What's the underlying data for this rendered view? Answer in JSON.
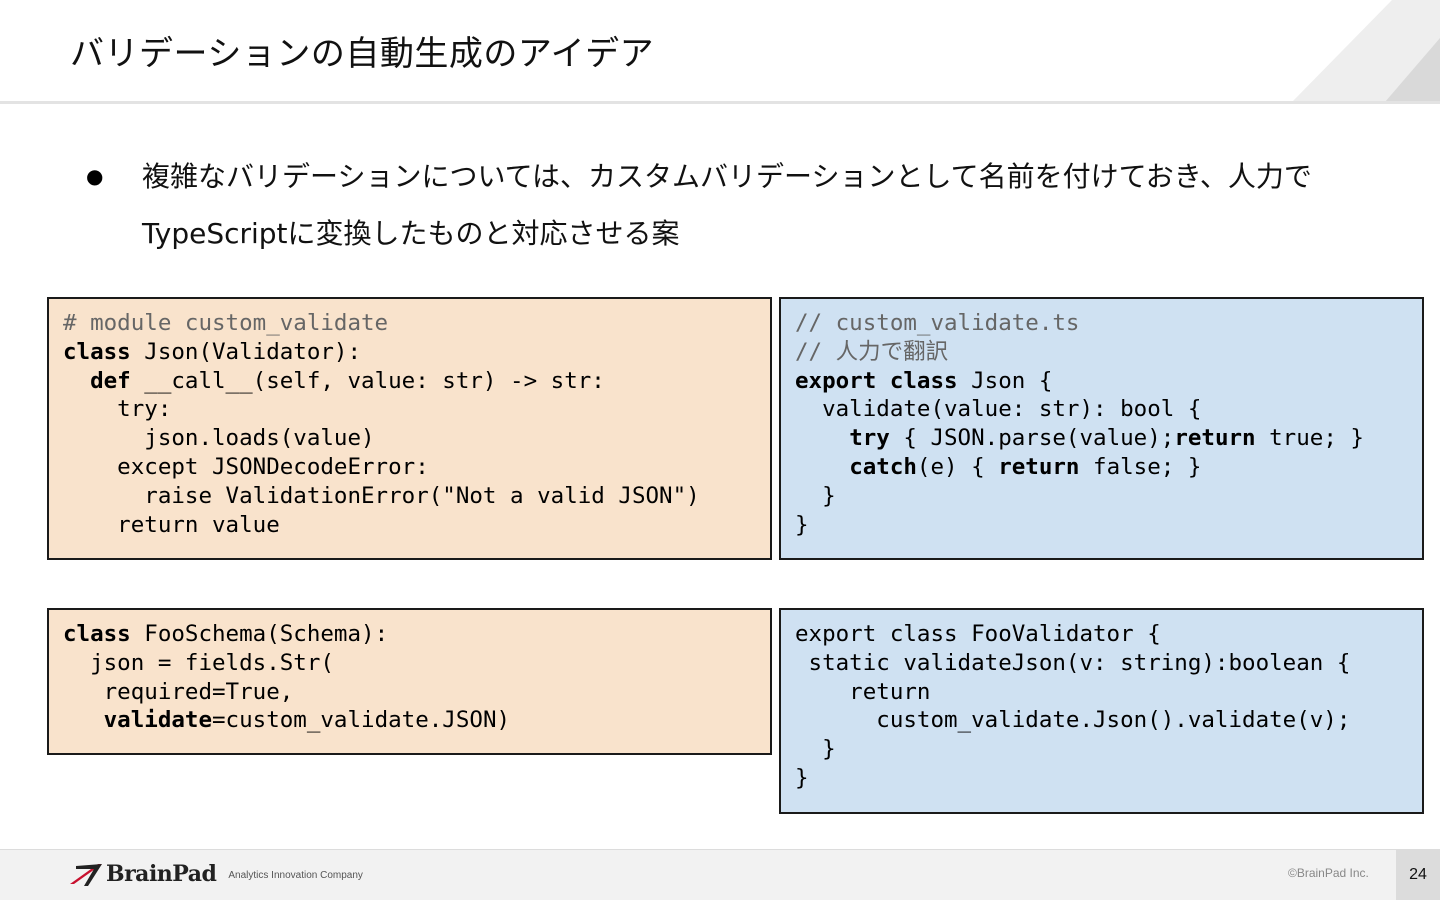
{
  "slide": {
    "title": "バリデーションの自動生成のアイデア",
    "bullet_line1": "複雑なバリデーションについては、カスタムバリデーションとして名前を付けておき、人力で",
    "bullet_line2": "TypeScriptに変換したものと対応させる案",
    "bullet_symbol": "●"
  },
  "code_blocks": {
    "python_validator": [
      [
        {
          "t": "# module custom_validate",
          "s": "cm"
        }
      ],
      [
        {
          "t": "class",
          "s": "kw"
        },
        {
          "t": " Json(Validator):"
        }
      ],
      [
        {
          "t": "  "
        },
        {
          "t": "def",
          "s": "kw"
        },
        {
          "t": " __call__(self, value: str) -> str:"
        }
      ],
      [
        {
          "t": "    try:"
        }
      ],
      [
        {
          "t": "      json.loads(value)"
        }
      ],
      [
        {
          "t": "    except JSONDecodeError:"
        }
      ],
      [
        {
          "t": "      raise ValidationError(\"Not a valid JSON\")"
        }
      ],
      [
        {
          "t": "    return value"
        }
      ]
    ],
    "ts_validator": [
      [
        {
          "t": "// custom_validate.ts",
          "s": "cm"
        }
      ],
      [
        {
          "t": "// 人力で翻訳",
          "s": "cm"
        }
      ],
      [
        {
          "t": "export",
          "s": "kw"
        },
        {
          "t": " "
        },
        {
          "t": "class",
          "s": "kw"
        },
        {
          "t": " Json {"
        }
      ],
      [
        {
          "t": "  validate(value: str): bool {"
        }
      ],
      [
        {
          "t": "    "
        },
        {
          "t": "try",
          "s": "kw"
        },
        {
          "t": " { JSON.parse(value);"
        },
        {
          "t": "return",
          "s": "kw"
        },
        {
          "t": " true; }"
        }
      ],
      [
        {
          "t": "    "
        },
        {
          "t": "catch",
          "s": "kw"
        },
        {
          "t": "(e) { "
        },
        {
          "t": "return",
          "s": "kw"
        },
        {
          "t": " false; }"
        }
      ],
      [
        {
          "t": "  }"
        }
      ],
      [
        {
          "t": "}"
        }
      ]
    ],
    "python_schema": [
      [
        {
          "t": "class",
          "s": "kw"
        },
        {
          "t": " FooSchema(Schema):"
        }
      ],
      [
        {
          "t": "  json = fields.Str("
        }
      ],
      [
        {
          "t": "   required=True,"
        }
      ],
      [
        {
          "t": "   "
        },
        {
          "t": "validate",
          "s": "kw"
        },
        {
          "t": "=custom_validate.JSON)"
        }
      ]
    ],
    "ts_schema": [
      [
        {
          "t": "export class FooValidator {"
        }
      ],
      [
        {
          "t": " static validateJson(v: string):boolean {"
        }
      ],
      [
        {
          "t": "    return"
        }
      ],
      [
        {
          "t": "      custom_validate.Json().validate(v);"
        }
      ],
      [
        {
          "t": "  }"
        }
      ],
      [
        {
          "t": "}"
        }
      ]
    ]
  },
  "footer": {
    "logo_text": "BrainPad",
    "tagline": "Analytics Innovation Company",
    "copyright": "©BrainPad Inc.",
    "page_number": "24"
  },
  "colors": {
    "python_box_bg": "#f9e3cc",
    "ts_box_bg": "#cfe1f2",
    "logo_red": "#c8102e"
  },
  "icons": {
    "logo_mark": "brainpad-logo-mark"
  }
}
